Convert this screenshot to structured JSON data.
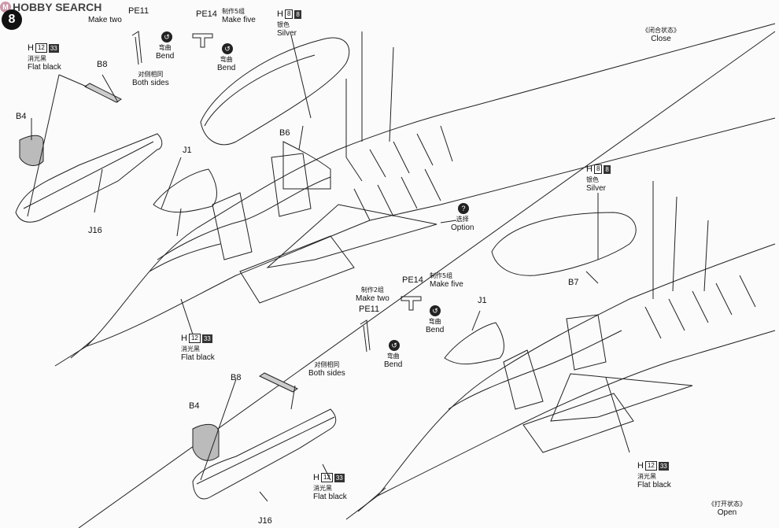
{
  "watermark": {
    "logo": "M",
    "text": "HOBBY SEARCH"
  },
  "step_number": "8",
  "left": {
    "make_two": {
      "zh": "",
      "en": "Make two"
    },
    "pe11": "PE11",
    "bend1": {
      "zh": "弯曲",
      "en": "Bend"
    },
    "pe14": "PE14",
    "make_five": {
      "zh": "制作5组",
      "en": "Make five"
    },
    "bend2": {
      "zh": "弯曲",
      "en": "Bend"
    },
    "h12_top": {
      "h": "H",
      "n1": "12",
      "n2": "33",
      "zh": "消光黑",
      "en": "Flat black"
    },
    "b8": "B8",
    "both_sides": {
      "zh": "对侧相同",
      "en": "Both sides"
    },
    "b4": "B4",
    "h8": {
      "h": "H",
      "n1": "8",
      "n2": "8",
      "zh": "银色",
      "en": "Silver"
    },
    "b6": "B6",
    "j1": "J1",
    "j16": "J16",
    "h12_mid": {
      "h": "H",
      "n1": "12",
      "n2": "33",
      "zh": "消光黑",
      "en": "Flat black"
    },
    "option": {
      "zh": "选择",
      "en": "Option"
    }
  },
  "center": {
    "make_two": {
      "zh": "制作2组",
      "en": "Make two"
    },
    "pe11": "PE11",
    "bend1": {
      "zh": "弯曲",
      "en": "Bend"
    },
    "pe14": "PE14",
    "make_five": {
      "zh": "制作5组",
      "en": "Make five"
    },
    "bend2": {
      "zh": "弯曲",
      "en": "Bend"
    },
    "b8": "B8",
    "both_sides": {
      "zh": "对侧相同",
      "en": "Both sides"
    },
    "b4": "B4",
    "h12": {
      "h": "H",
      "n1": "12",
      "n2": "33",
      "zh": "消光黑",
      "en": "Flat black"
    },
    "j16": "J16"
  },
  "right": {
    "close": {
      "zh": "《闭合状态》",
      "en": "Close"
    },
    "h8": {
      "h": "H",
      "n1": "8",
      "n2": "8",
      "zh": "银色",
      "en": "Silver"
    },
    "b7": "B7",
    "j1": "J1",
    "h12": {
      "h": "H",
      "n1": "12",
      "n2": "33",
      "zh": "消光黑",
      "en": "Flat black"
    },
    "open": {
      "zh": "《打开状态》",
      "en": "Open"
    }
  }
}
